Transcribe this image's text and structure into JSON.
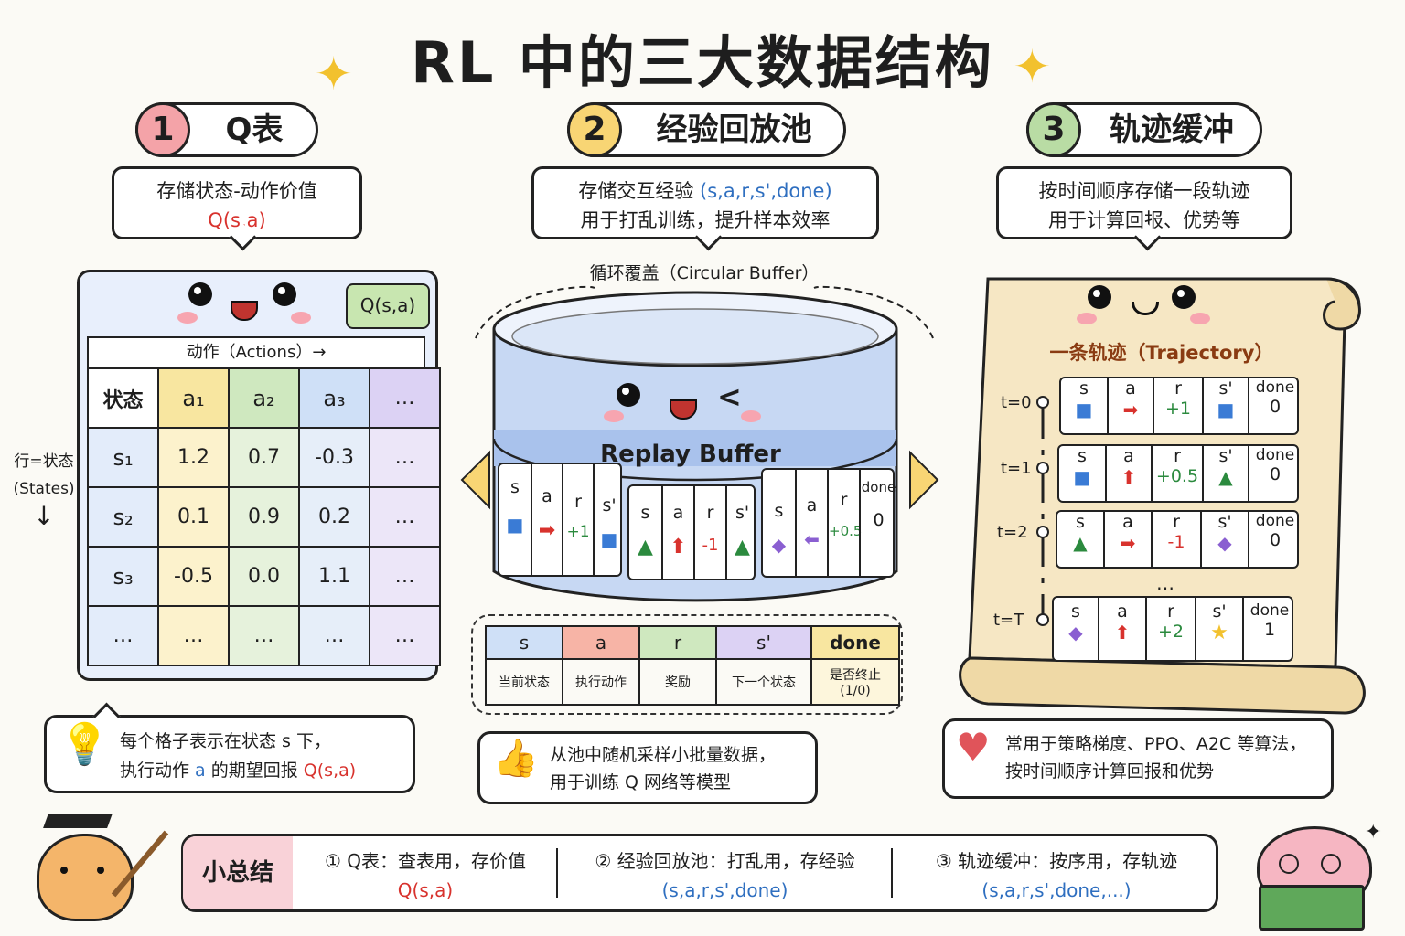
{
  "title": "RL 中的三大数据结构",
  "sections": [
    {
      "num": "1",
      "name": "Q表",
      "desc_line1": "存储状态-动作价值",
      "desc_line2": "Q(s,a)"
    },
    {
      "num": "2",
      "name": "经验回放池",
      "desc_line1_a": "存储交互经验 ",
      "desc_line1_b": "(s,a,r,s',done)",
      "desc_line2": "用于打乱训练，提升样本效率"
    },
    {
      "num": "3",
      "name": "轨迹缓冲",
      "desc_line1": "按时间顺序存储一段轨迹",
      "desc_line2": "用于计算回报、优势等"
    }
  ],
  "qtable": {
    "tag": "Q(s,a)",
    "actions_label": "动作（Actions）→",
    "rows_label_1": "行=状态",
    "rows_label_2": "(States)",
    "rows_arrow": "↓",
    "header": [
      "状态",
      "a₁",
      "a₂",
      "a₃",
      "…"
    ],
    "rows": [
      [
        "s₁",
        "1.2",
        "0.7",
        "-0.3",
        "…"
      ],
      [
        "s₂",
        "0.1",
        "0.9",
        "0.2",
        "…"
      ],
      [
        "s₃",
        "-0.5",
        "0.0",
        "1.1",
        "…"
      ],
      [
        "…",
        "…",
        "…",
        "…",
        "…"
      ]
    ],
    "note_a": "每个格子表示在状态 s 下，",
    "note_b1": "执行动作 ",
    "note_b2": "a",
    "note_b3": " 的期望回报 ",
    "note_b4": "Q(s,a)"
  },
  "buffer": {
    "circular_label": "循环覆盖（Circular Buffer）",
    "name": "Replay Buffer",
    "slots": [
      {
        "h": [
          "s",
          "a",
          "r",
          "s'"
        ],
        "r": "+1"
      },
      {
        "h": [
          "s",
          "a",
          "r",
          "s'"
        ],
        "r": "-1"
      },
      {
        "h": [
          "s",
          "a",
          "r",
          "done"
        ],
        "r": "+0.5",
        "d": "0"
      }
    ],
    "legend": [
      {
        "k": "s",
        "v": "当前状态",
        "color": "#cfe0f7"
      },
      {
        "k": "a",
        "v": "执行动作",
        "color": "#f7b4a6"
      },
      {
        "k": "r",
        "v": "奖励",
        "color": "#cfe8bf"
      },
      {
        "k": "s'",
        "v": "下一个状态",
        "color": "#dcd2f4"
      },
      {
        "k": "done",
        "v": "是否终止 (1/0)",
        "color": "#f8e6a0"
      }
    ],
    "note_1": "从池中随机采样小批量数据，",
    "note_2": "用于训练 Q 网络等模型"
  },
  "trajectory": {
    "title": "一条轨迹（Trajectory）",
    "head": [
      "s",
      "a",
      "r",
      "s'",
      "done"
    ],
    "steps": [
      {
        "t": "t=0",
        "r": "+1",
        "d": "0"
      },
      {
        "t": "t=1",
        "r": "+0.5",
        "d": "0"
      },
      {
        "t": "t=2",
        "r": "-1",
        "d": "0"
      },
      {
        "t": "t=T",
        "r": "+2",
        "d": "1"
      }
    ],
    "dots": "…",
    "note_1": "常用于策略梯度、PPO、A2C 等算法，",
    "note_2": "按时间顺序计算回报和优势"
  },
  "summary": {
    "label": "小总结",
    "items": [
      {
        "a": "① Q表：查表用，存价值",
        "b": "Q(s,a)"
      },
      {
        "a": "② 经验回放池：打乱用，存经验",
        "b": "(s,a,r,s',done)"
      },
      {
        "a": "③ 轨迹缓冲：按序用，存轨迹",
        "b": "(s,a,r,s',done,...)"
      }
    ]
  },
  "colors": {
    "one": "#f4a3a8",
    "two": "#f8d574",
    "three": "#b9dca4",
    "qcard": "#e8effc",
    "scroll": "#f6e7c4"
  }
}
